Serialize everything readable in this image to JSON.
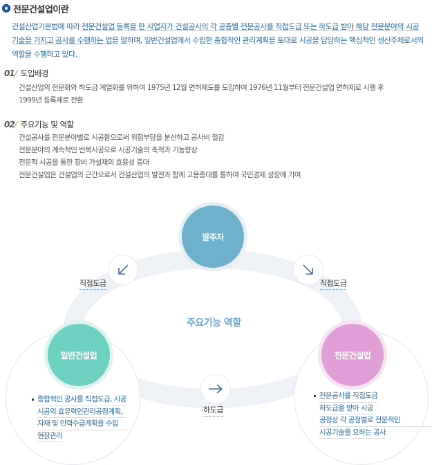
{
  "page": {
    "title": "전문건설업이란",
    "intro": {
      "p1": "건설산업기본법에 따라 ",
      "u1": "전문건설업 등록을 한 사업자가 건설공사의 각 공종별 전문공사를 직접도급 또는 하도급 받아 해당 전문분야의 시공",
      "u2": "기술을 가지고 공사를 수행하는 업",
      "p2": "을 말하며, 일반건설업에서 수립한 종합적인 관리계획을 토대로 시공을 담당하는 핵심적인 생산주체로서의",
      "p3": "역할을 수행하고 있다."
    }
  },
  "sections": [
    {
      "num": "01",
      "title": "도입배경",
      "lines": [
        "건설산업의 전문화와 하도급 계열화를 위하여 1975년 12월 면허제도를 도입하여 1976년 11월부터 전문건설업 면허제로 시행 후",
        "1999년 등록제로 전환"
      ]
    },
    {
      "num": "02",
      "title": "주요기능 및 역할",
      "lines": [
        "건설공사를 전문분야별로 시공함으로써 위험부담을 분산하고 공사비 절감",
        "전문분야의 계속적인 반복시공으로 시공기술의 축적과 기능향상",
        "전문적 시공을 통한 장비 가설재의 효용성 증대",
        "전문건설업은 건설업의 근간으로서 건설산업의 발전과 함께 고용증대를 통하여 국민경제 성장에 기여"
      ]
    }
  ],
  "diagram": {
    "center": "주요기능 역할",
    "nodes": {
      "top": "발주자",
      "left": "일반건설업",
      "right": "전문건설업"
    },
    "edges": {
      "left": "직접도급",
      "right": "직접도급",
      "bottom": "하도급"
    },
    "left_list": [
      "종합적인 공사를 직접도급, 시공",
      "시공의 효유력인관리공정계획,",
      "자재 및 인력수급계획을 수립",
      "현장관리"
    ],
    "right_list": [
      "전문공사를 직접도급",
      "하도급을 받아 시공",
      "공정상 각 공정별로 전문적인",
      "시공기술을 요하는 공사"
    ],
    "colors": {
      "top": "#6fb1cd",
      "left": "#6fd1c1",
      "right": "#e09fd6"
    }
  }
}
